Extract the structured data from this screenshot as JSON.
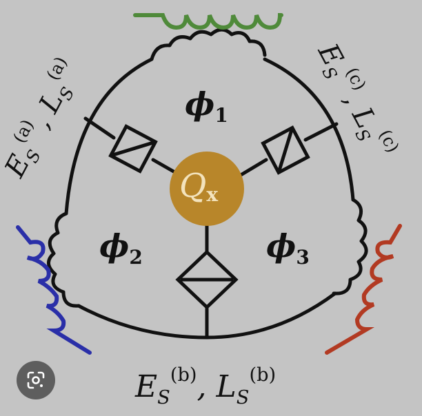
{
  "diagram": {
    "labels": {
      "phi1": {
        "base": "ϕ",
        "index": "1"
      },
      "phi2": {
        "base": "ϕ",
        "index": "2"
      },
      "phi3": {
        "base": "ϕ",
        "index": "3"
      },
      "center": {
        "base": "Q",
        "index": "x"
      },
      "left": {
        "E": "E",
        "E_sup": "(a)",
        "E_sub": "S",
        "sep": ", ",
        "L": "L",
        "L_sup": "(a)",
        "L_sub": "S"
      },
      "right": {
        "E": "E",
        "E_sup": "(c)",
        "E_sub": "S",
        "sep": ", ",
        "L": "L",
        "L_sup": "(c)",
        "L_sub": "S"
      },
      "bottom": {
        "E": "E",
        "E_sup": "(b)",
        "E_sub": "S",
        "sep": ", ",
        "L": "L",
        "L_sup": "(b)",
        "L_sub": "S"
      }
    },
    "colors": {
      "background": "#c4c4c4",
      "lines": "#111111",
      "center_node": "#b8862a",
      "center_text": "#f3e3bd",
      "top_spring": "#4f8a3a",
      "left_spring": "#2a2fa8",
      "right_spring": "#b23a22"
    }
  },
  "ui": {
    "lens_button_icon": "google-lens-icon"
  }
}
